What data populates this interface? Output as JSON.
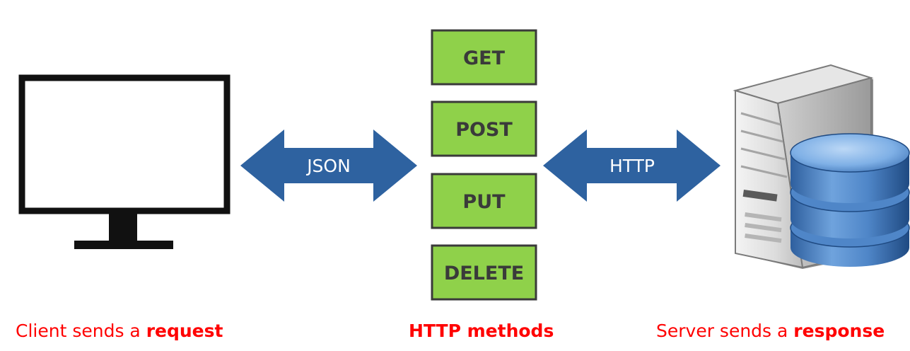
{
  "arrows": {
    "left_label": "JSON",
    "right_label": "HTTP"
  },
  "methods": [
    "GET",
    "POST",
    "PUT",
    "DELETE"
  ],
  "captions": {
    "client_prefix": "Client sends a ",
    "client_bold": "request",
    "methods": "HTTP methods",
    "server_prefix": "Server sends a ",
    "server_bold": "response"
  },
  "colors": {
    "arrow": "#2e62a0",
    "method_fill": "#8fd14a",
    "method_border": "#3a3a3a",
    "caption": "#ff0000",
    "monitor": "#111111"
  },
  "icons": {
    "client": "monitor-icon",
    "server": "server-icon",
    "database": "database-icon"
  }
}
